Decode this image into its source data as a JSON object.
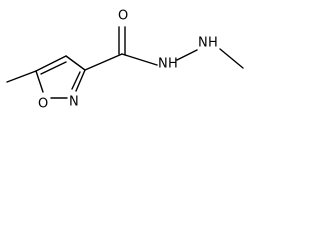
{
  "molecule": {
    "atoms": {
      "oxygen_carbonyl": "O",
      "oxygen_ring": "O",
      "nitrogen_ring": "N",
      "nitrogen_amide": "N",
      "hydrogen_amide": "H",
      "nitrogen_hydrazine": "N",
      "hydrogen_hydrazine": "H"
    }
  }
}
